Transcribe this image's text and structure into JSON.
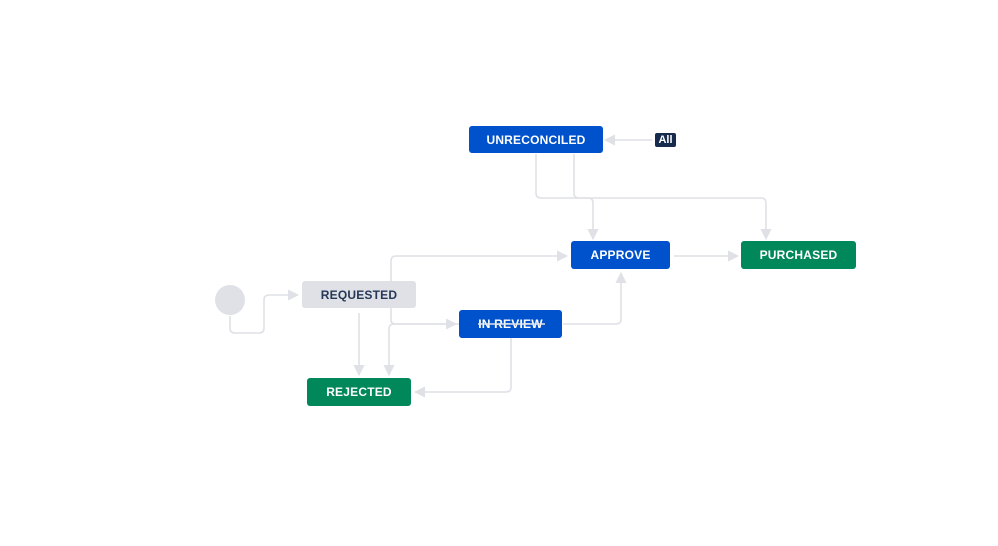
{
  "diagram": {
    "statuses": {
      "unreconciled": "UNRECONCILED",
      "approve": "APPROVE",
      "purchased": "PURCHASED",
      "requested": "REQUESTED",
      "in_review": "IN REVIEW",
      "rejected": "REJECTED"
    },
    "global_transition_label": "All"
  },
  "colors": {
    "status_blue": "#0052CC",
    "status_green": "#00875A",
    "status_grey": "#DFE1E6",
    "badge_dark": "#172B4D",
    "connector": "#DFE1E6"
  }
}
